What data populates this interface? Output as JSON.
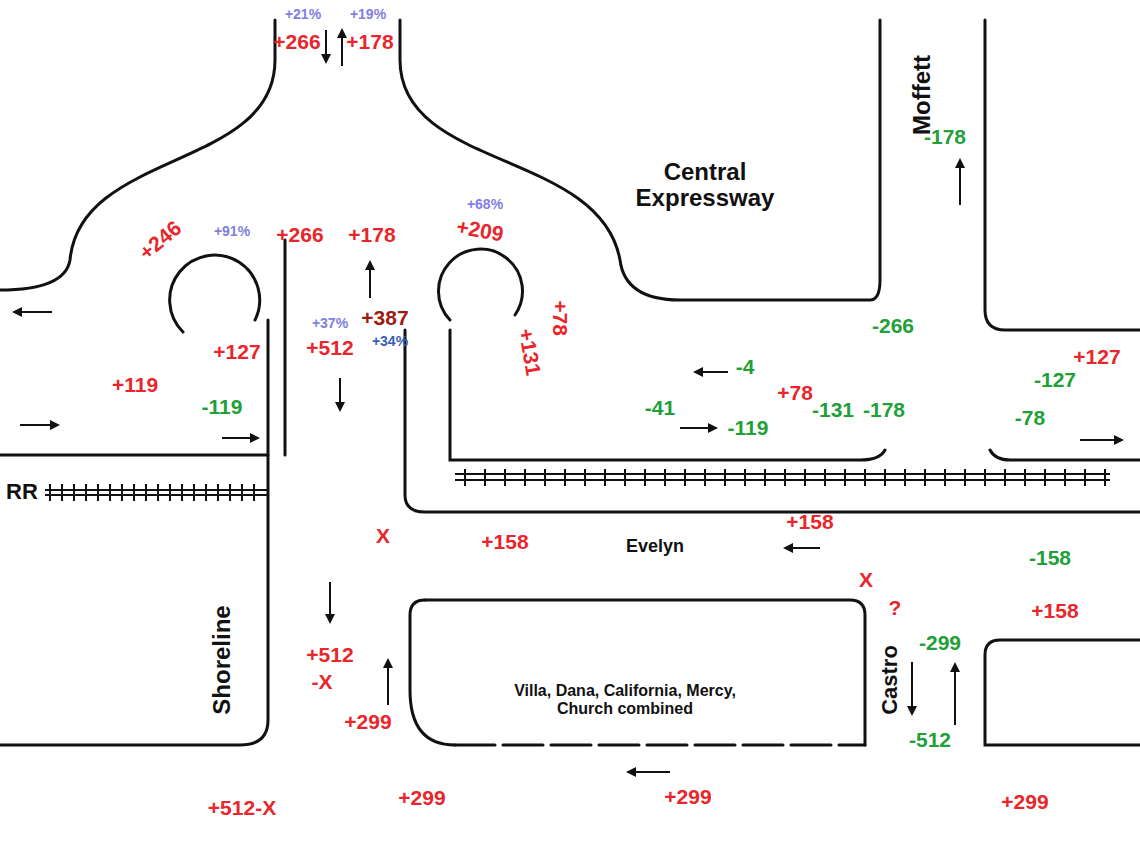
{
  "diagram": {
    "labels": [
      "+21%",
      "+19%",
      "+266",
      "+178",
      "+91%",
      "+266",
      "+178",
      "+68%",
      "+209",
      "+246",
      "Central Expressway",
      "Moffett",
      "-178",
      "+131",
      "+78",
      "+387",
      "+34%",
      "+37%",
      "+127",
      "+512",
      "+119",
      "-119",
      "-4",
      "-266",
      "+127",
      "-127",
      "-41",
      "+78",
      "-131",
      "-178",
      "-78",
      "-119",
      "RR",
      "Shoreline",
      "+158",
      "Evelyn",
      "+158",
      "-158",
      "X",
      "X",
      "?",
      "+158",
      "-299",
      "Castro",
      "-512",
      "+512",
      "-X",
      "+299",
      "Villa, Dana, California, Mercy, Church combined",
      "+299",
      "+299",
      "+512-X",
      "+299"
    ]
  }
}
